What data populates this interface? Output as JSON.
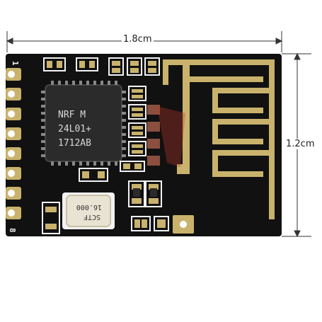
{
  "dimensions": {
    "width_label": "1.8cm",
    "height_label": "1.2cm"
  },
  "board": {
    "pin_marks": {
      "top": "1",
      "bottom": "8"
    },
    "chip_lines": [
      "NRF M",
      "24L01+",
      "1712AB"
    ],
    "crystal_lines": [
      "SCTF",
      "16.000"
    ]
  },
  "colors": {
    "pcb": "#111111",
    "gold": "#c9b36c",
    "silkscreen": "#f2f2f2",
    "chip": "#2b2b2b",
    "chip_text": "#d8d8d8",
    "capacitor": "#8a4f3e",
    "crystal_shell": "#e8e3d3",
    "watermark": "#c0392b"
  }
}
